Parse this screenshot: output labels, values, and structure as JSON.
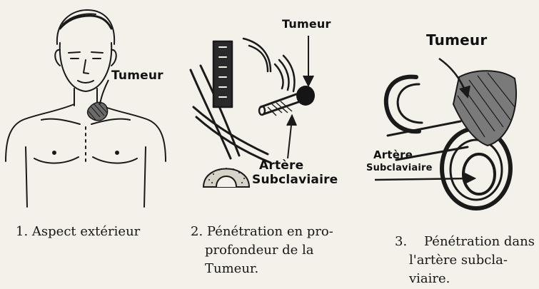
{
  "figures": [
    {
      "labels": [
        "Tumeur"
      ],
      "caption": {
        "number": "1.",
        "lines": [
          "Aspect extérieur"
        ]
      }
    },
    {
      "labels": [
        "Tumeur",
        "Artère",
        "Subclaviaire"
      ],
      "caption": {
        "number": "2.",
        "lines": [
          "Pénétration en pro-",
          "profondeur de la",
          "Tumeur."
        ]
      }
    },
    {
      "labels": [
        "Tumeur",
        "Artère",
        "Subclaviaire"
      ],
      "caption": {
        "number": "3.",
        "lines": [
          "Pénétration dans",
          "l'artère subcla-",
          "viaire."
        ]
      }
    }
  ]
}
